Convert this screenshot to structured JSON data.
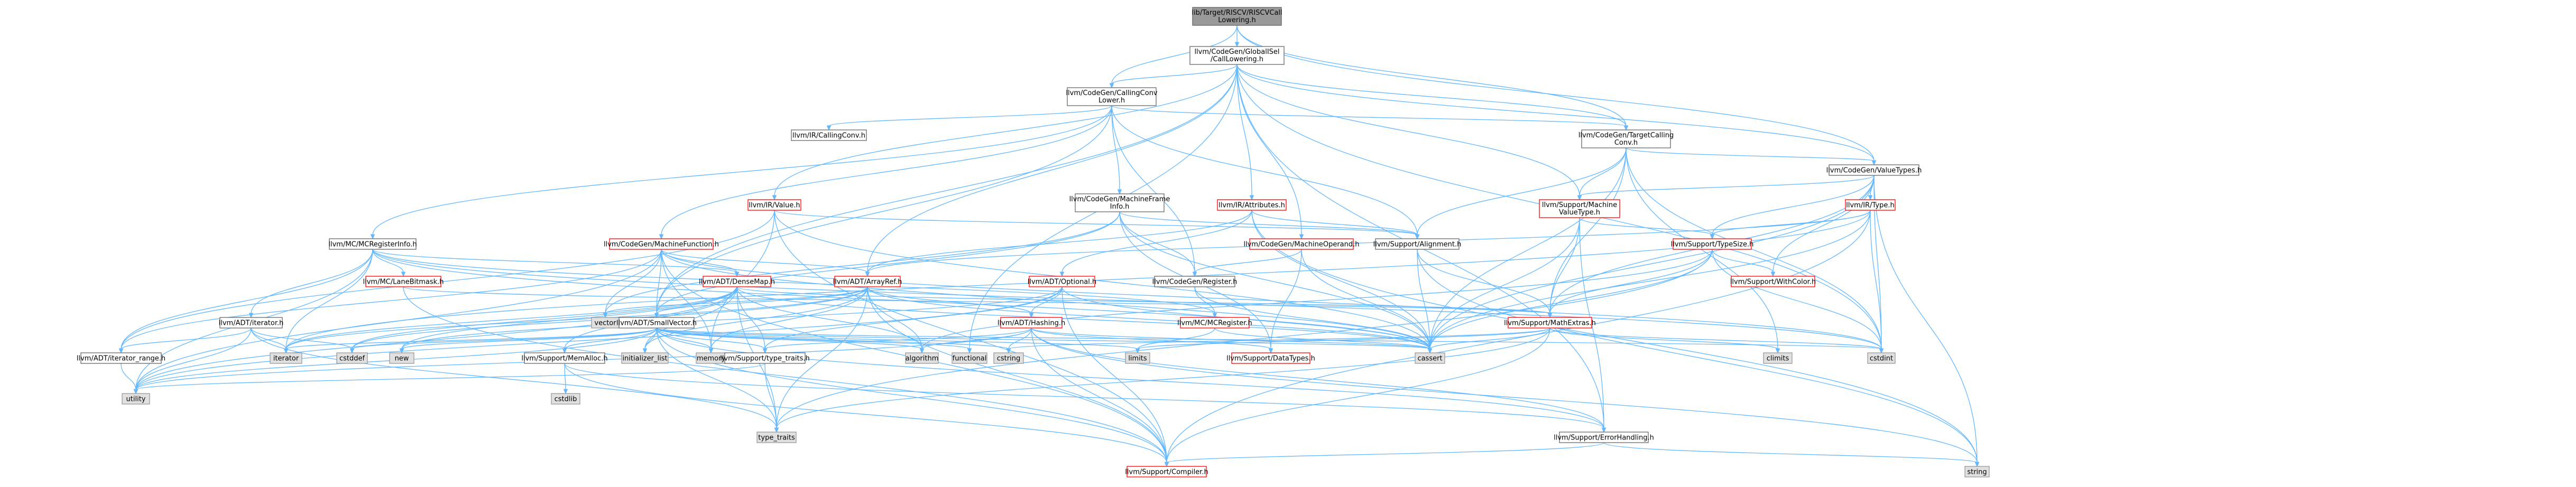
{
  "diagram": {
    "type": "include-dependency-graph",
    "colors": {
      "focus_fill": "#999999",
      "focus_border": "#666666",
      "node_fill": "#ffffff",
      "node_border": "#666666",
      "truncated_border": "#ff0000",
      "system_fill": "#e0e0e0",
      "system_border": "#999999",
      "edge": "#63b8ff"
    },
    "nodes": [
      {
        "id": "root",
        "lines": [
          "lib/Target/RISCV/RISCVCall",
          "Lowering.h"
        ],
        "style": "focus"
      },
      {
        "id": "globalisel",
        "lines": [
          "llvm/CodeGen/GlobalISel",
          "/CallLowering.h"
        ],
        "style": "normal"
      },
      {
        "id": "callingconvlower",
        "lines": [
          "llvm/CodeGen/CallingConv",
          "Lower.h"
        ],
        "style": "normal"
      },
      {
        "id": "ircallingconv",
        "lines": [
          "llvm/IR/CallingConv.h"
        ],
        "style": "normal"
      },
      {
        "id": "targetcallingconv",
        "lines": [
          "llvm/CodeGen/TargetCalling",
          "Conv.h"
        ],
        "style": "normal"
      },
      {
        "id": "codegenvaluetypes",
        "lines": [
          "llvm/CodeGen/ValueTypes.h"
        ],
        "style": "normal"
      },
      {
        "id": "irvalue",
        "lines": [
          "llvm/IR/Value.h"
        ],
        "style": "truncated"
      },
      {
        "id": "mframeinfo",
        "lines": [
          "llvm/CodeGen/MachineFrame",
          "Info.h"
        ],
        "style": "normal"
      },
      {
        "id": "irattributes",
        "lines": [
          "llvm/IR/Attributes.h"
        ],
        "style": "truncated"
      },
      {
        "id": "machinevaluetype",
        "lines": [
          "llvm/Support/Machine",
          "ValueType.h"
        ],
        "style": "truncated"
      },
      {
        "id": "irtype",
        "lines": [
          "llvm/IR/Type.h"
        ],
        "style": "truncated"
      },
      {
        "id": "mcreginfo",
        "lines": [
          "llvm/MC/MCRegisterInfo.h"
        ],
        "style": "normal"
      },
      {
        "id": "machinefunction",
        "lines": [
          "llvm/CodeGen/MachineFunction.h"
        ],
        "style": "truncated"
      },
      {
        "id": "machineoperand",
        "lines": [
          "llvm/CodeGen/MachineOperand.h"
        ],
        "style": "truncated"
      },
      {
        "id": "alignment",
        "lines": [
          "llvm/Support/Alignment.h"
        ],
        "style": "normal"
      },
      {
        "id": "typesize",
        "lines": [
          "llvm/Support/TypeSize.h"
        ],
        "style": "truncated"
      },
      {
        "id": "lanebitmask",
        "lines": [
          "llvm/MC/LaneBitmask.h"
        ],
        "style": "truncated"
      },
      {
        "id": "densemap",
        "lines": [
          "llvm/ADT/DenseMap.h"
        ],
        "style": "truncated"
      },
      {
        "id": "arrayref",
        "lines": [
          "llvm/ADT/ArrayRef.h"
        ],
        "style": "truncated"
      },
      {
        "id": "optional",
        "lines": [
          "llvm/ADT/Optional.h"
        ],
        "style": "truncated"
      },
      {
        "id": "codegenregister",
        "lines": [
          "llvm/CodeGen/Register.h"
        ],
        "style": "normal"
      },
      {
        "id": "withcolor",
        "lines": [
          "llvm/Support/WithColor.h"
        ],
        "style": "truncated"
      },
      {
        "id": "vector",
        "lines": [
          "vector"
        ],
        "style": "system"
      },
      {
        "id": "aditerator",
        "lines": [
          "llvm/ADT/iterator.h"
        ],
        "style": "normal"
      },
      {
        "id": "smallvector",
        "lines": [
          "llvm/ADT/SmallVector.h"
        ],
        "style": "normal"
      },
      {
        "id": "hashing",
        "lines": [
          "llvm/ADT/Hashing.h"
        ],
        "style": "truncated"
      },
      {
        "id": "mcregister",
        "lines": [
          "llvm/MC/MCRegister.h"
        ],
        "style": "truncated"
      },
      {
        "id": "mathextras",
        "lines": [
          "llvm/Support/MathExtras.h"
        ],
        "style": "truncated"
      },
      {
        "id": "iteratorrange",
        "lines": [
          "llvm/ADT/iterator_range.h"
        ],
        "style": "normal"
      },
      {
        "id": "iterator",
        "lines": [
          "iterator"
        ],
        "style": "system"
      },
      {
        "id": "cstddef",
        "lines": [
          "cstddef"
        ],
        "style": "system"
      },
      {
        "id": "new",
        "lines": [
          "new"
        ],
        "style": "system"
      },
      {
        "id": "memalloc",
        "lines": [
          "llvm/Support/MemAlloc.h"
        ],
        "style": "normal"
      },
      {
        "id": "initlist",
        "lines": [
          "initializer_list"
        ],
        "style": "system"
      },
      {
        "id": "memory",
        "lines": [
          "memory"
        ],
        "style": "system"
      },
      {
        "id": "typetraitsh",
        "lines": [
          "llvm/Support/type_traits.h"
        ],
        "style": "normal"
      },
      {
        "id": "algorithm",
        "lines": [
          "algorithm"
        ],
        "style": "system"
      },
      {
        "id": "functional",
        "lines": [
          "functional"
        ],
        "style": "system"
      },
      {
        "id": "cstring",
        "lines": [
          "cstring"
        ],
        "style": "system"
      },
      {
        "id": "limits",
        "lines": [
          "limits"
        ],
        "style": "system"
      },
      {
        "id": "datatypes",
        "lines": [
          "llvm/Support/DataTypes.h"
        ],
        "style": "truncated"
      },
      {
        "id": "cassert",
        "lines": [
          "cassert"
        ],
        "style": "system"
      },
      {
        "id": "climits",
        "lines": [
          "climits"
        ],
        "style": "system"
      },
      {
        "id": "cstdint",
        "lines": [
          "cstdint"
        ],
        "style": "system"
      },
      {
        "id": "utility",
        "lines": [
          "utility"
        ],
        "style": "system"
      },
      {
        "id": "cstdlib",
        "lines": [
          "cstdlib"
        ],
        "style": "system"
      },
      {
        "id": "typetraits",
        "lines": [
          "type_traits"
        ],
        "style": "system"
      },
      {
        "id": "errorhandling",
        "lines": [
          "llvm/Support/ErrorHandling.h"
        ],
        "style": "normal"
      },
      {
        "id": "compiler",
        "lines": [
          "llvm/Support/Compiler.h"
        ],
        "style": "truncated"
      },
      {
        "id": "string",
        "lines": [
          "string"
        ],
        "style": "system"
      }
    ],
    "edges": [
      [
        "root",
        "globalisel"
      ],
      [
        "root",
        "callingconvlower"
      ],
      [
        "root",
        "targetcallingconv"
      ],
      [
        "root",
        "codegenvaluetypes"
      ],
      [
        "globalisel",
        "callingconvlower"
      ],
      [
        "globalisel",
        "targetcallingconv"
      ],
      [
        "globalisel",
        "irvalue"
      ],
      [
        "globalisel",
        "irattributes"
      ],
      [
        "globalisel",
        "machinevaluetype"
      ],
      [
        "globalisel",
        "machineoperand"
      ],
      [
        "globalisel",
        "arrayref"
      ],
      [
        "globalisel",
        "smallvector"
      ],
      [
        "globalisel",
        "codegenvaluetypes"
      ],
      [
        "globalisel",
        "errorhandling"
      ],
      [
        "globalisel",
        "cstdint"
      ],
      [
        "globalisel",
        "functional"
      ],
      [
        "callingconvlower",
        "ircallingconv"
      ],
      [
        "callingconvlower",
        "targetcallingconv"
      ],
      [
        "callingconvlower",
        "mframeinfo"
      ],
      [
        "callingconvlower",
        "machinefunction"
      ],
      [
        "callingconvlower",
        "mcreginfo"
      ],
      [
        "callingconvlower",
        "alignment"
      ],
      [
        "callingconvlower",
        "smallvector"
      ],
      [
        "callingconvlower",
        "codegenregister"
      ],
      [
        "targetcallingconv",
        "codegenvaluetypes"
      ],
      [
        "targetcallingconv",
        "machinevaluetype"
      ],
      [
        "targetcallingconv",
        "alignment"
      ],
      [
        "targetcallingconv",
        "mathextras"
      ],
      [
        "targetcallingconv",
        "cassert"
      ],
      [
        "targetcallingconv",
        "climits"
      ],
      [
        "targetcallingconv",
        "cstdint"
      ],
      [
        "codegenvaluetypes",
        "machinevaluetype"
      ],
      [
        "codegenvaluetypes",
        "irtype"
      ],
      [
        "codegenvaluetypes",
        "mathextras"
      ],
      [
        "codegenvaluetypes",
        "typesize"
      ],
      [
        "codegenvaluetypes",
        "withcolor"
      ],
      [
        "codegenvaluetypes",
        "cassert"
      ],
      [
        "codegenvaluetypes",
        "cstdint"
      ],
      [
        "codegenvaluetypes",
        "string"
      ],
      [
        "irvalue",
        "alignment"
      ],
      [
        "irvalue",
        "iteratorrange"
      ],
      [
        "irvalue",
        "compiler"
      ],
      [
        "irvalue",
        "cassert"
      ],
      [
        "irvalue",
        "memory"
      ],
      [
        "mframeinfo",
        "codegenregister"
      ],
      [
        "mframeinfo",
        "alignment"
      ],
      [
        "mframeinfo",
        "smallvector"
      ],
      [
        "mframeinfo",
        "datatypes"
      ],
      [
        "mframeinfo",
        "cassert"
      ],
      [
        "mframeinfo",
        "vector"
      ],
      [
        "irattributes",
        "arrayref"
      ],
      [
        "irattributes",
        "optional"
      ],
      [
        "irattributes",
        "alignment"
      ],
      [
        "irattributes",
        "cassert"
      ],
      [
        "irattributes",
        "string"
      ],
      [
        "machinevaluetype",
        "typesize"
      ],
      [
        "machinevaluetype",
        "mathextras"
      ],
      [
        "machinevaluetype",
        "errorhandling"
      ],
      [
        "machinevaluetype",
        "cassert"
      ],
      [
        "irtype",
        "arrayref"
      ],
      [
        "irtype",
        "typesize"
      ],
      [
        "irtype",
        "compiler"
      ],
      [
        "irtype",
        "cassert"
      ],
      [
        "irtype",
        "cstdint"
      ],
      [
        "irtype",
        "iterator"
      ],
      [
        "mcreginfo",
        "densemap"
      ],
      [
        "mcreginfo",
        "aditerator"
      ],
      [
        "mcreginfo",
        "iteratorrange"
      ],
      [
        "mcreginfo",
        "lanebitmask"
      ],
      [
        "mcreginfo",
        "mcregister"
      ],
      [
        "mcreginfo",
        "cassert"
      ],
      [
        "mcreginfo",
        "cstdint"
      ],
      [
        "mcreginfo",
        "iterator"
      ],
      [
        "mcreginfo",
        "utility"
      ],
      [
        "machinefunction",
        "arrayref"
      ],
      [
        "machinefunction",
        "densemap"
      ],
      [
        "machinefunction",
        "smallvector"
      ],
      [
        "machinefunction",
        "iteratorrange"
      ],
      [
        "machinefunction",
        "compiler"
      ],
      [
        "machinefunction",
        "cassert"
      ],
      [
        "machinefunction",
        "cstdint"
      ],
      [
        "machinefunction",
        "memory"
      ],
      [
        "machinefunction",
        "utility"
      ],
      [
        "machinefunction",
        "vector"
      ],
      [
        "machineoperand",
        "codegenregister"
      ],
      [
        "machineoperand",
        "datatypes"
      ],
      [
        "machineoperand",
        "cassert"
      ],
      [
        "alignment",
        "mathextras"
      ],
      [
        "alignment",
        "cassert"
      ],
      [
        "alignment",
        "string"
      ],
      [
        "typesize",
        "mathextras"
      ],
      [
        "typesize",
        "withcolor"
      ],
      [
        "typesize",
        "algorithm"
      ],
      [
        "typesize",
        "cassert"
      ],
      [
        "typesize",
        "cstdint"
      ],
      [
        "typesize",
        "typetraits"
      ],
      [
        "lanebitmask",
        "compiler"
      ],
      [
        "lanebitmask",
        "mathextras"
      ],
      [
        "densemap",
        "mathextras"
      ],
      [
        "densemap",
        "memalloc"
      ],
      [
        "densemap",
        "algorithm"
      ],
      [
        "densemap",
        "cassert"
      ],
      [
        "densemap",
        "cstddef"
      ],
      [
        "densemap",
        "initlist"
      ],
      [
        "densemap",
        "iterator"
      ],
      [
        "densemap",
        "new"
      ],
      [
        "densemap",
        "typetraits"
      ],
      [
        "densemap",
        "utility"
      ],
      [
        "densemap",
        "typetraitsh"
      ],
      [
        "arrayref",
        "hashing"
      ],
      [
        "arrayref",
        "smallvector"
      ],
      [
        "arrayref",
        "compiler"
      ],
      [
        "arrayref",
        "algorithm"
      ],
      [
        "arrayref",
        "cassert"
      ],
      [
        "arrayref",
        "cstddef"
      ],
      [
        "arrayref",
        "initlist"
      ],
      [
        "arrayref",
        "iterator"
      ],
      [
        "arrayref",
        "memory"
      ],
      [
        "arrayref",
        "typetraits"
      ],
      [
        "arrayref",
        "vector"
      ],
      [
        "optional",
        "hashing"
      ],
      [
        "optional",
        "compiler"
      ],
      [
        "optional",
        "typetraitsh"
      ],
      [
        "optional",
        "cassert"
      ],
      [
        "optional",
        "new"
      ],
      [
        "optional",
        "utility"
      ],
      [
        "codegenregister",
        "mcregister"
      ],
      [
        "codegenregister",
        "cassert"
      ],
      [
        "smallvector",
        "compiler"
      ],
      [
        "smallvector",
        "typetraitsh"
      ],
      [
        "smallvector",
        "algorithm"
      ],
      [
        "smallvector",
        "cassert"
      ],
      [
        "smallvector",
        "cstddef"
      ],
      [
        "smallvector",
        "cstdint"
      ],
      [
        "smallvector",
        "cstring"
      ],
      [
        "smallvector",
        "functional"
      ],
      [
        "smallvector",
        "initlist"
      ],
      [
        "smallvector",
        "iterator"
      ],
      [
        "smallvector",
        "limits"
      ],
      [
        "smallvector",
        "memory"
      ],
      [
        "smallvector",
        "new"
      ],
      [
        "smallvector",
        "typetraits"
      ],
      [
        "smallvector",
        "utility"
      ],
      [
        "smallvector",
        "memalloc"
      ],
      [
        "smallvector",
        "errorhandling"
      ],
      [
        "hashing",
        "errorhandling"
      ],
      [
        "hashing",
        "datatypes"
      ],
      [
        "hashing",
        "compiler"
      ],
      [
        "hashing",
        "algorithm"
      ],
      [
        "hashing",
        "cassert"
      ],
      [
        "hashing",
        "cstring"
      ],
      [
        "hashing",
        "string"
      ],
      [
        "hashing",
        "typetraitsh"
      ],
      [
        "hashing",
        "utility"
      ],
      [
        "mcregister",
        "cassert"
      ],
      [
        "mcregister",
        "limits"
      ],
      [
        "mathextras",
        "compiler"
      ],
      [
        "mathextras",
        "cassert"
      ],
      [
        "mathextras",
        "climits"
      ],
      [
        "mathextras",
        "cstdint"
      ],
      [
        "mathextras",
        "cstring"
      ],
      [
        "mathextras",
        "limits"
      ],
      [
        "mathextras",
        "typetraits"
      ],
      [
        "aditerator",
        "iteratorrange"
      ],
      [
        "aditerator",
        "cstddef"
      ],
      [
        "aditerator",
        "iterator"
      ],
      [
        "aditerator",
        "typetraits"
      ],
      [
        "aditerator",
        "utility"
      ],
      [
        "iteratorrange",
        "utility"
      ],
      [
        "memalloc",
        "compiler"
      ],
      [
        "memalloc",
        "errorhandling"
      ],
      [
        "memalloc",
        "cstdlib"
      ],
      [
        "typetraitsh",
        "typetraits"
      ],
      [
        "typetraitsh",
        "utility"
      ],
      [
        "errorhandling",
        "compiler"
      ],
      [
        "errorhandling",
        "string"
      ]
    ]
  }
}
